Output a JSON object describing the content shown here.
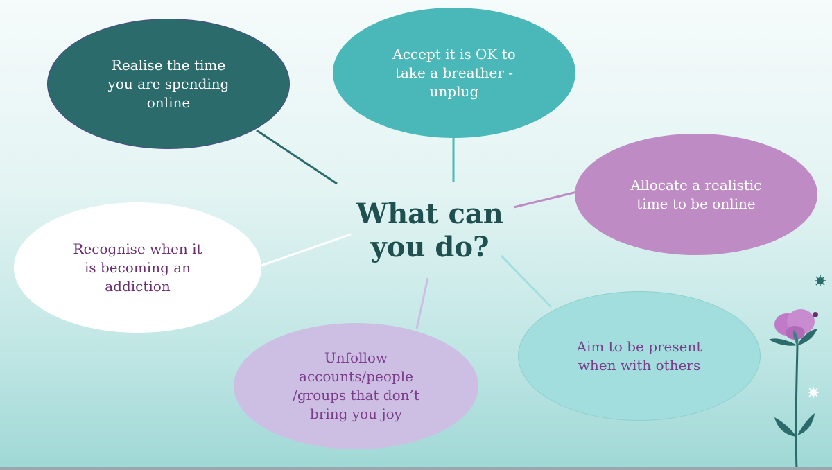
{
  "diagram": {
    "title": "What can\nyou do?",
    "nodes": [
      {
        "id": "realise",
        "text": "Realise the time\nyou are spending\nonline",
        "color": "#2b6b6b"
      },
      {
        "id": "accept",
        "text": "Accept it is OK to\ntake a breather -\nunplug",
        "color": "#4ab8b8"
      },
      {
        "id": "allocate",
        "text": "Allocate a realistic\ntime to be online",
        "color": "#bf8bc5"
      },
      {
        "id": "recognise",
        "text": "Recognise when it\nis becoming an\naddiction",
        "color": "#ffffff"
      },
      {
        "id": "unfollow",
        "text": "Unfollow\naccounts/people\n/groups that don’t\nbring you joy",
        "color": "#cdbfe4"
      },
      {
        "id": "aim",
        "text": "Aim to be present\nwhen with others",
        "color": "#a3dede"
      }
    ],
    "decoration": {
      "icon": "flower-icon",
      "petal_color": "#c07ac8",
      "leaf_color": "#2b6b6b"
    }
  }
}
